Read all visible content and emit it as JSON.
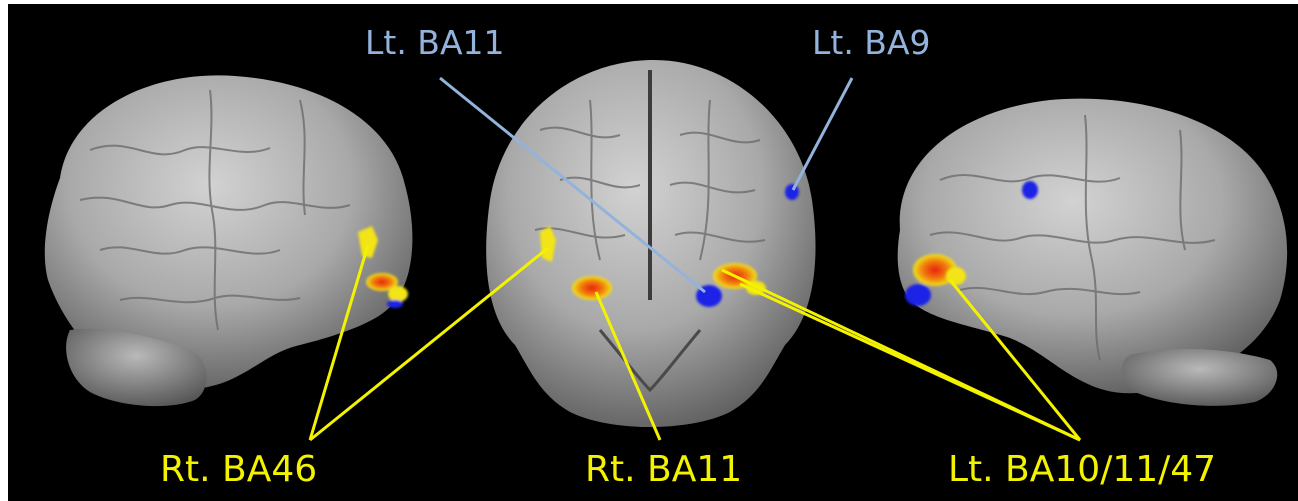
{
  "figure": {
    "background": "#000000",
    "brain_views": [
      "right-lateral",
      "frontal",
      "left-lateral"
    ]
  },
  "labels": {
    "lt_ba11": "Lt. BA11",
    "lt_ba9": "Lt. BA9",
    "rt_ba46": "Rt. BA46",
    "rt_ba11": "Rt. BA11",
    "lt_ba10_11_47": "Lt. BA10/11/47"
  },
  "colors": {
    "decreased_activation": "#1a23e6",
    "increased_activation_core": "#e81f12",
    "increased_activation_edge": "#f2e414",
    "blue_label": "#93b3dc",
    "yellow_label": "#f3f300",
    "brain_surface": "#a8a8a8"
  }
}
